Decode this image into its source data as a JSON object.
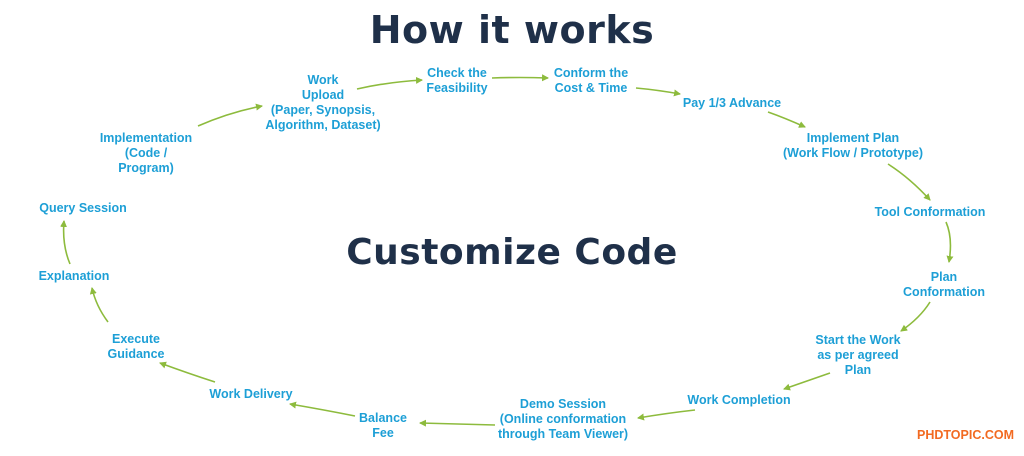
{
  "title": "How it works",
  "center_label": "Customize Code",
  "brand": "PHDTOPIC.COM",
  "colors": {
    "title": "#1f3049",
    "step_text": "#1d9fd6",
    "arrow": "#8dbb3d",
    "brand": "#f26a21"
  },
  "steps": [
    {
      "id": "work-upload",
      "lines": [
        "Work",
        "Upload",
        "(Paper, Synopsis,",
        "Algorithm, Dataset)"
      ]
    },
    {
      "id": "check-feasibility",
      "lines": [
        "Check the",
        "Feasibility"
      ]
    },
    {
      "id": "conform-cost-time",
      "lines": [
        "Conform the",
        "Cost & Time"
      ]
    },
    {
      "id": "pay-advance",
      "lines": [
        "Pay 1/3 Advance"
      ]
    },
    {
      "id": "implement-plan",
      "lines": [
        "Implement Plan",
        "(Work Flow / Prototype)"
      ]
    },
    {
      "id": "tool-conformation",
      "lines": [
        "Tool Conformation"
      ]
    },
    {
      "id": "plan-conformation",
      "lines": [
        "Plan",
        "Conformation"
      ]
    },
    {
      "id": "start-work",
      "lines": [
        "Start the Work",
        "as per agreed",
        "Plan"
      ]
    },
    {
      "id": "work-completion",
      "lines": [
        "Work Completion"
      ]
    },
    {
      "id": "demo-session",
      "lines": [
        "Demo Session",
        "(Online conformation",
        "through Team Viewer)"
      ]
    },
    {
      "id": "balance-fee",
      "lines": [
        "Balance",
        "Fee"
      ]
    },
    {
      "id": "work-delivery",
      "lines": [
        "Work Delivery"
      ]
    },
    {
      "id": "execute-guidance",
      "lines": [
        "Execute",
        "Guidance"
      ]
    },
    {
      "id": "explanation",
      "lines": [
        "Explanation"
      ]
    },
    {
      "id": "query-session",
      "lines": [
        "Query Session"
      ]
    },
    {
      "id": "implementation",
      "lines": [
        "Implementation",
        "(Code /",
        "Program)"
      ]
    }
  ]
}
